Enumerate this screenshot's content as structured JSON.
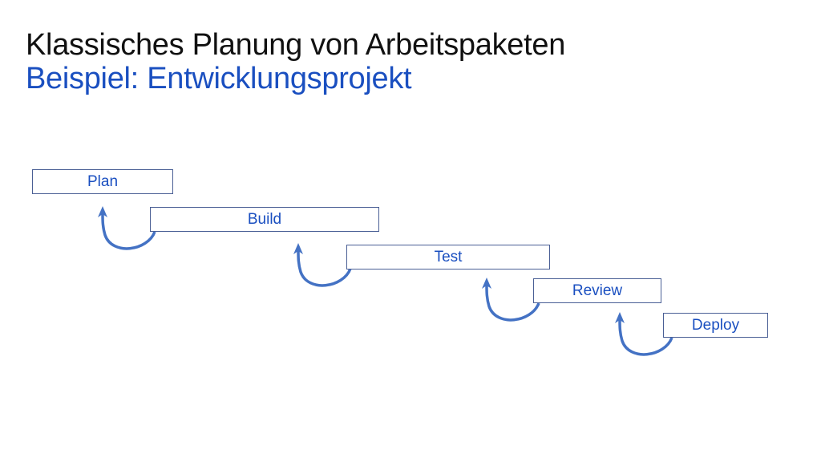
{
  "slide": {
    "title": "Klassisches Planung von Arbeitspaketen",
    "subtitle": "Beispiel: Entwicklungsprojekt"
  },
  "phases": [
    {
      "label": "Plan"
    },
    {
      "label": "Build"
    },
    {
      "label": "Test"
    },
    {
      "label": "Review"
    },
    {
      "label": "Deploy"
    }
  ],
  "colors": {
    "title": "#111111",
    "accent": "#1a4fc0",
    "box_border": "#4a5f95",
    "arrow": "#4472c4"
  }
}
